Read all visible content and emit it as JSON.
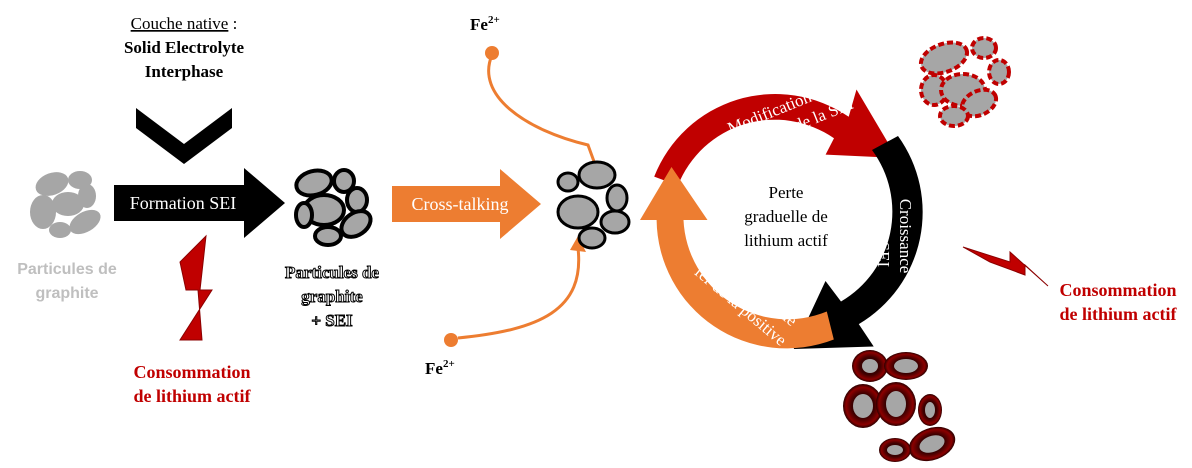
{
  "native_layer": {
    "title": "Couche native",
    "colon": " :",
    "line1": "Solid Electrolyte",
    "line2": "Interphase"
  },
  "graphite": {
    "line1": "Particules de",
    "line2": "graphite"
  },
  "graphite_sei": {
    "line1": "Particules de",
    "line2": "graphite",
    "line3": "+ SEI"
  },
  "arrows": {
    "formation": "Formation SEI",
    "crosstalk": "Cross-talking"
  },
  "fe_top": {
    "base": "Fe",
    "sup": "2+"
  },
  "fe_bottom": {
    "base": "Fe",
    "sup": "2+"
  },
  "cycle": {
    "center": {
      "line1": "Perte",
      "line2": "graduelle de",
      "line3": "lithium actif"
    },
    "red_segment": {
      "line1": "Modification des",
      "line2": "propriétés de la SEI"
    },
    "black_segment": {
      "line1": "Croissance",
      "line2": "de la SEI"
    },
    "orange_segment": {
      "line1": "Pollution par le",
      "line2": "fer de la positive"
    }
  },
  "consumption_left": {
    "line1": "Consommation",
    "line2": "de lithium actif"
  },
  "consumption_right": {
    "line1": "Consommation",
    "line2": "de lithium actif"
  },
  "colors": {
    "red": "#c00000",
    "dark_red": "#8b0000",
    "orange": "#ed7d31",
    "black": "#000000",
    "gray": "#a6a6a6",
    "label_gray": "#bfbfbf"
  }
}
